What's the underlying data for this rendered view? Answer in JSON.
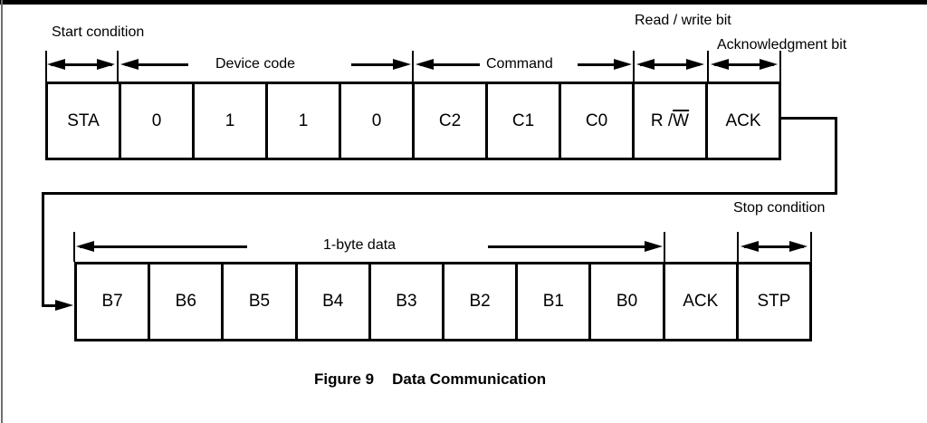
{
  "figure": {
    "caption": {
      "label": "Figure 9",
      "title": "Data Communication"
    }
  },
  "labels": {
    "start_condition": "Start condition",
    "device_code": "Device code",
    "command": "Command",
    "read_write_bit": "Read / write bit",
    "acknowledgment_bit": "Acknowledgment bit",
    "one_byte_data": "1-byte data",
    "stop_condition": "Stop condition"
  },
  "frame1": {
    "cells": [
      "STA",
      "0",
      "1",
      "1",
      "0",
      "C2",
      "C1",
      "C0",
      "R / W",
      "ACK"
    ],
    "rw_bit": {
      "prefix": "R / ",
      "overlined": "W"
    }
  },
  "frame2": {
    "cells": [
      "B7",
      "B6",
      "B5",
      "B4",
      "B3",
      "B2",
      "B1",
      "B0",
      "ACK",
      "STP"
    ]
  },
  "colors": {
    "line": "#000000",
    "text": "#000000",
    "page_edge": "#6e6e6e",
    "background": "#ffffff"
  }
}
